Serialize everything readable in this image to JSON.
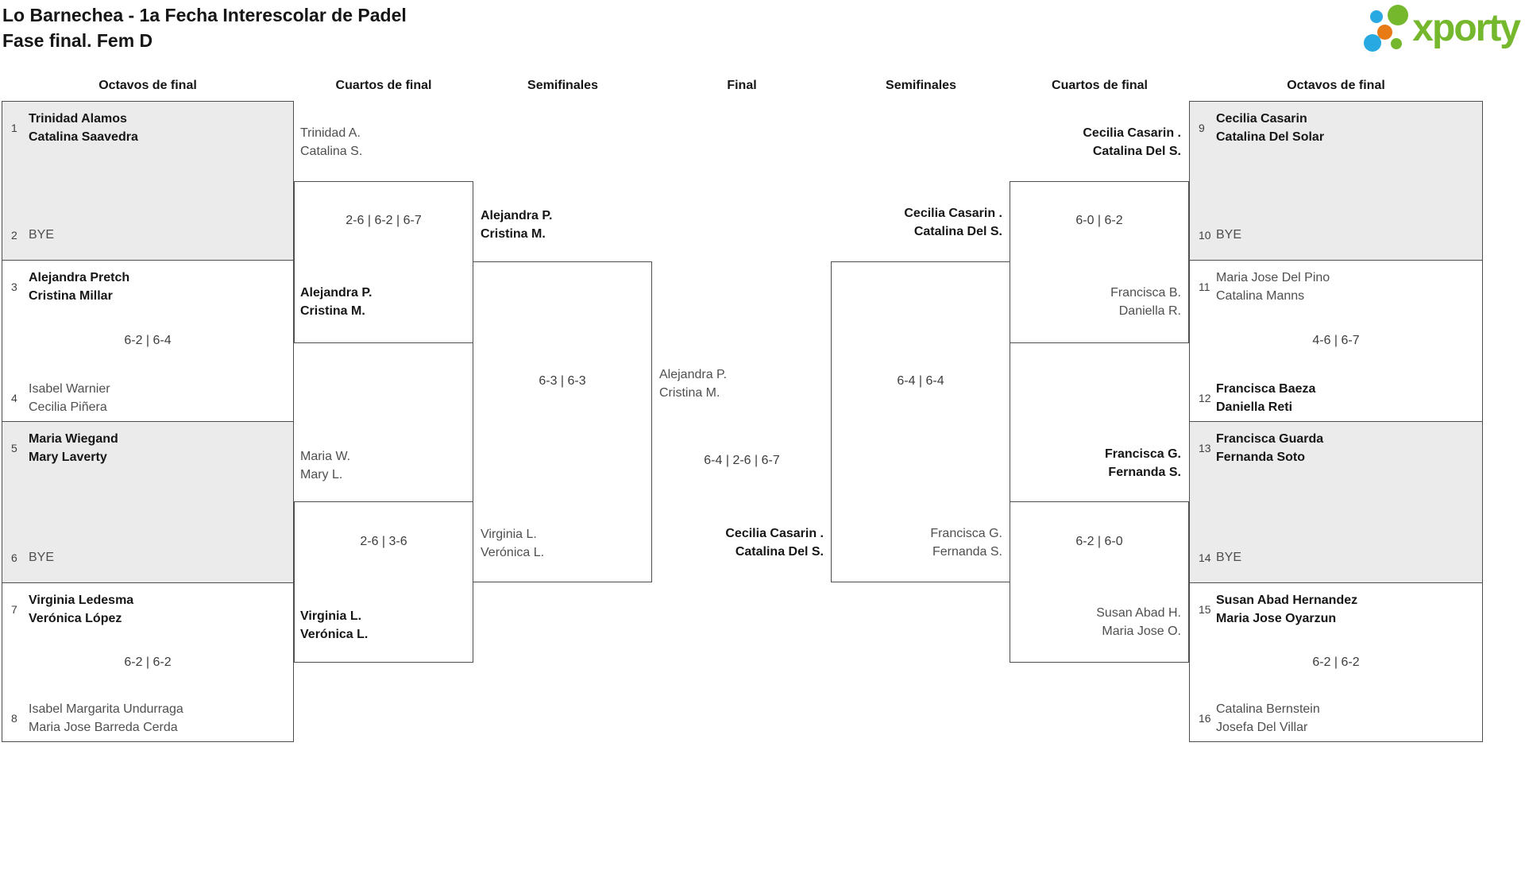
{
  "page": {
    "title_line1": "Lo Barnechea - 1a Fecha Interescolar de Padel",
    "title_line2": "Fase final. Fem D",
    "logo_text": "xporty"
  },
  "colors": {
    "logo_green": "#76b82d",
    "logo_blue": "#29a9e1",
    "logo_orange": "#e87a15",
    "shaded_box": "#ebebeb",
    "box_border": "#4e4e4e"
  },
  "rounds": [
    "Octavos de final",
    "Cuartos de final",
    "Semifinales",
    "Final",
    "Semifinales",
    "Cuartos de final",
    "Octavos de final"
  ],
  "octavos": [
    {
      "seed_a": "1",
      "a1": "Trinidad Alamos",
      "a2": "Catalina Saavedra",
      "seed_b": "2",
      "b1": "BYE",
      "score": ""
    },
    {
      "seed_a": "3",
      "a1": "Alejandra Pretch",
      "a2": "Cristina Millar",
      "seed_b": "4",
      "b1": "Isabel Warnier",
      "b2": "Cecilia Piñera",
      "score": "6-2 | 6-4"
    },
    {
      "seed_a": "5",
      "a1": "Maria Wiegand",
      "a2": "Mary Laverty",
      "seed_b": "6",
      "b1": "BYE",
      "score": ""
    },
    {
      "seed_a": "7",
      "a1": "Virginia Ledesma",
      "a2": "Verónica López",
      "seed_b": "8",
      "b1": "Isabel Margarita Undurraga",
      "b2": "Maria Jose Barreda Cerda",
      "score": "6-2 | 6-2"
    },
    {
      "seed_a": "9",
      "a1": "Cecilia Casarin",
      "a2": "Catalina Del Solar",
      "seed_b": "10",
      "b1": "BYE",
      "score": ""
    },
    {
      "seed_a": "11",
      "a1": "Maria Jose Del Pino",
      "a2": "Catalina Manns",
      "seed_b": "12",
      "b1": "Francisca Baeza",
      "b2": "Daniella Reti",
      "score": "4-6 | 6-7"
    },
    {
      "seed_a": "13",
      "a1": "Francisca Guarda",
      "a2": "Fernanda Soto",
      "seed_b": "14",
      "b1": "BYE",
      "score": ""
    },
    {
      "seed_a": "15",
      "a1": "Susan Abad Hernandez",
      "a2": "Maria Jose Oyarzun",
      "seed_b": "16",
      "b1": "Catalina Bernstein",
      "b2": "Josefa Del Villar",
      "score": "6-2 | 6-2"
    }
  ],
  "cuartos": [
    {
      "top1": "Trinidad A.",
      "top2": "Catalina S.",
      "score": "2-6 | 6-2 | 6-7",
      "bot1": "Alejandra P.",
      "bot2": "Cristina M."
    },
    {
      "top1": "Maria W.",
      "top2": "Mary L.",
      "score": "2-6 | 3-6",
      "bot1": "Virginia L.",
      "bot2": "Verónica L."
    },
    {
      "top1": "Cecilia Casarin .",
      "top2": "Catalina Del S.",
      "score": "6-0 | 6-2",
      "bot1": "Francisca B.",
      "bot2": "Daniella R."
    },
    {
      "top1": "Francisca G.",
      "top2": "Fernanda S.",
      "score": "6-2 | 6-0",
      "bot1": "Susan Abad H.",
      "bot2": "Maria Jose O."
    }
  ],
  "semifinales": [
    {
      "top1": "Alejandra P.",
      "top2": "Cristina M.",
      "score": "6-3 | 6-3",
      "bot1": "Virginia L.",
      "bot2": "Verónica L."
    },
    {
      "top1": "Cecilia Casarin .",
      "top2": "Catalina Del S.",
      "score": "6-4 | 6-4",
      "bot1": "Francisca G.",
      "bot2": "Fernanda S."
    }
  ],
  "final": {
    "top1": "Alejandra P.",
    "top2": "Cristina M.",
    "score": "6-4 | 2-6 | 6-7",
    "bot1": "Cecilia Casarin .",
    "bot2": "Catalina Del S."
  }
}
